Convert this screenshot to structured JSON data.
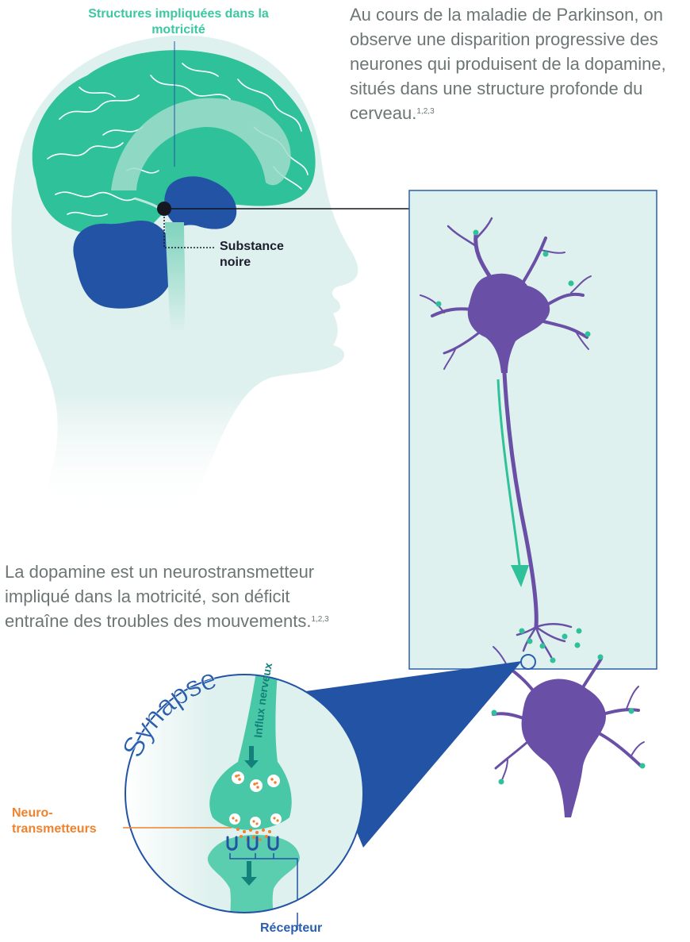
{
  "texts": {
    "intro_paragraph": "Au cours de la maladie de Parkinson, on observe une disparition progressive des neurones qui produisent de la dopamine, situés dans une structure profonde du cerveau.",
    "intro_refs": "1,2,3",
    "dopamine_paragraph": "La dopamine est un neurostransmetteur impliqué dans la motricité, son déficit entraîne des troubles des mouvements.",
    "dopamine_refs": "1,2,3"
  },
  "labels": {
    "structures": "Structures impliquées dans la motricité",
    "substance_noire": "Substance noire",
    "synapse": "Synapse",
    "influx": "Influx nerveux",
    "neurotransmetteurs_1": "Neuro-",
    "neurotransmetteurs_2": "transmetteurs",
    "recepteur": "Récepteur"
  },
  "colors": {
    "head": "#dff1ee",
    "brain": "#2fc19a",
    "deep_blue": "#2353a5",
    "neuron": "#6a4fa6",
    "panel": "#dff1ee",
    "panel_border": "#2a5fae",
    "orange": "#f0822d"
  }
}
